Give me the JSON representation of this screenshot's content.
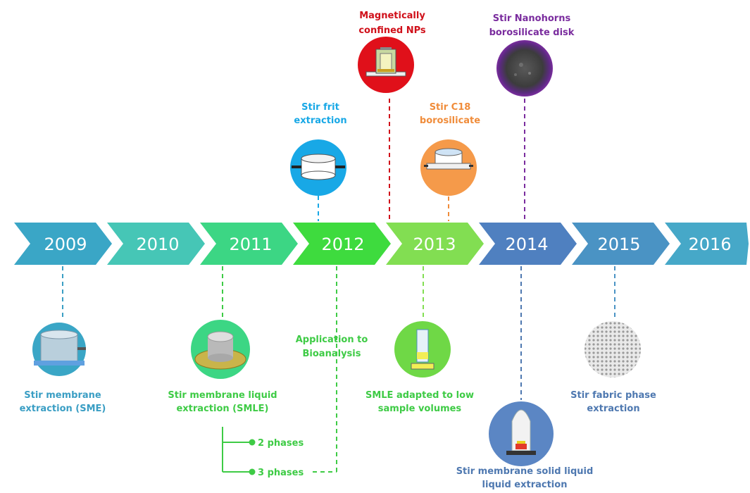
{
  "colors": {
    "arrow_2009": "#3AA6C6",
    "arrow_2010": "#46C6B6",
    "arrow_2011": "#3CD684",
    "arrow_2012": "#3EDB3E",
    "arrow_2013": "#82DE52",
    "arrow_2014": "#4F80C0",
    "arrow_2015": "#4A93C4",
    "arrow_2016": "#46A8C8",
    "blue_label": "#3A9EC4",
    "green_label": "#3ECB45",
    "red_label": "#D0101A",
    "purple_label": "#7A2C9E",
    "orange_label": "#F08C3A",
    "navy_label": "#4E78B0",
    "cyan_label": "#18A8E6"
  },
  "timeline": {
    "years": [
      "2009",
      "2010",
      "2011",
      "2012",
      "2013",
      "2014",
      "2015",
      "2016"
    ]
  },
  "events": {
    "sme": {
      "line1": "Stir membrane",
      "line2": "extraction (SME)"
    },
    "smle": {
      "line1": "Stir membrane liquid",
      "line2": "extraction (SMLE)"
    },
    "two_phases": "2 phases",
    "three_phases": "3 phases",
    "bioanalysis": {
      "line1": "Application to",
      "line2": "Bioanalysis"
    },
    "frit": {
      "line1": "Stir frit",
      "line2": "extraction"
    },
    "magnetic": {
      "line1": "Magnetically",
      "line2": "confined NPs"
    },
    "c18": {
      "line1": "Stir C18",
      "line2": "borosilicate"
    },
    "smle_low": {
      "line1": "SMLE adapted to low",
      "line2": "sample volumes"
    },
    "nanohorns": {
      "line1": "Stir Nanohorns",
      "line2": "borosilicate disk"
    },
    "smslle": {
      "line1": "Stir membrane solid liquid",
      "line2": "liquid extraction"
    },
    "fabric": {
      "line1": "Stir fabric phase",
      "line2": "extraction"
    }
  }
}
